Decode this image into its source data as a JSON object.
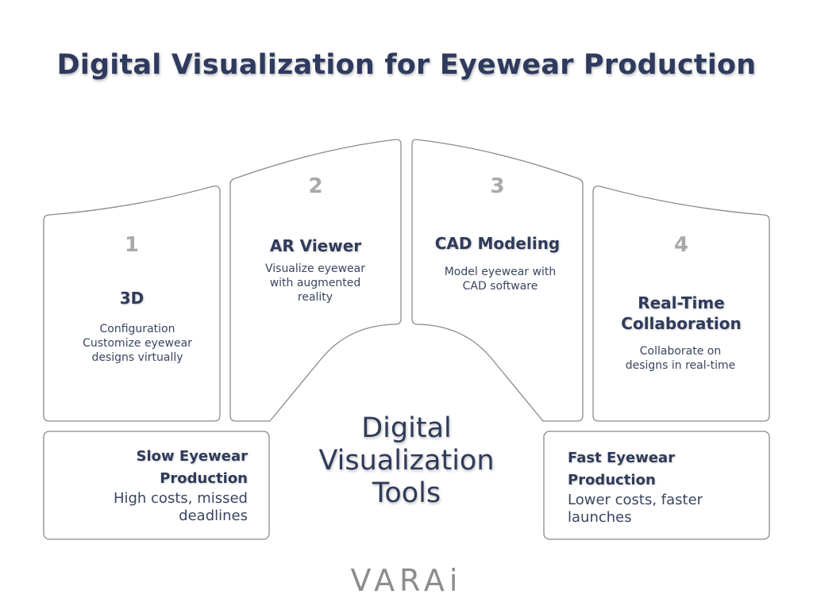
{
  "title": "Digital Visualization for Eyewear Production",
  "panels": [
    {
      "number": "1",
      "heading": "3D",
      "description": "Configuration Customize eyewear designs virtually"
    },
    {
      "number": "2",
      "heading": "AR Viewer",
      "description": "Visualize eyewear with augmented reality"
    },
    {
      "number": "3",
      "heading": "CAD Modeling",
      "description": "Model eyewear with CAD software"
    },
    {
      "number": "4",
      "heading": "Real-Time Collaboration",
      "description": "Collaborate on designs in real-time"
    }
  ],
  "center": {
    "label": "Digital Visualization Tools"
  },
  "left_box": {
    "heading": "Slow Eyewear Production",
    "description": "High costs, missed deadlines"
  },
  "right_box": {
    "heading": "Fast Eyewear Production",
    "description": "Lower costs, faster launches"
  },
  "logo": "VARAi",
  "colors": {
    "heading": "#2e3a5e",
    "number": "#a9a9a9",
    "outline": "#8a8a8a",
    "logo": "#8d8d8d"
  }
}
